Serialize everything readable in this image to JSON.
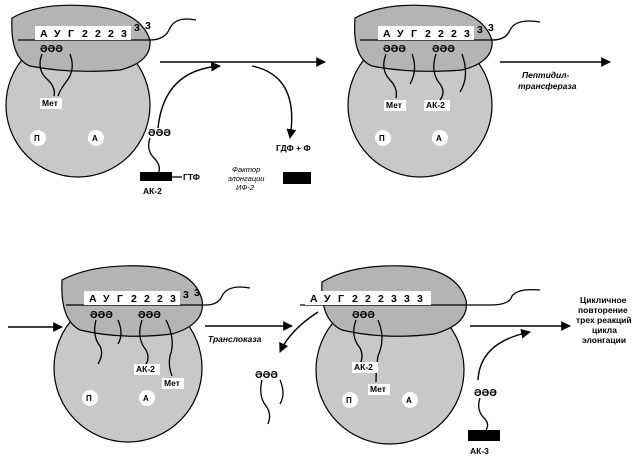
{
  "codons": [
    "А",
    "У",
    "Г",
    "2",
    "2",
    "2",
    "3"
  ],
  "codons_p4": [
    "А",
    "У",
    "Г",
    "2",
    "2",
    "2",
    "3",
    "3",
    "3"
  ],
  "trailing_3": "3",
  "sites": {
    "p": "П",
    "a": "А"
  },
  "labels": {
    "met": "Мет",
    "ak2": "АК-2",
    "ak3": "АК-3",
    "gtp": "ГТФ",
    "gdp_p": "ГДФ + Ф",
    "factor_line1": "Фактор",
    "factor_line2": "элонгации",
    "factor_line3": "ИФ-2",
    "peptidyl_line1": "Пептидил-",
    "peptidyl_line2": "трансфераза",
    "translocase": "Транслоказа",
    "cyclic_line1": "Цикличное",
    "cyclic_line2": "повторение",
    "cyclic_line3": "трех реакций",
    "cyclic_line4": "цикла",
    "cyclic_line5": "элонгации"
  },
  "anticodon_glyph": "ƏƏƏ",
  "colors": {
    "large_subunit": "#c8c8c8",
    "small_subunit": "#b4b4b4",
    "factor_block": "#000000"
  }
}
